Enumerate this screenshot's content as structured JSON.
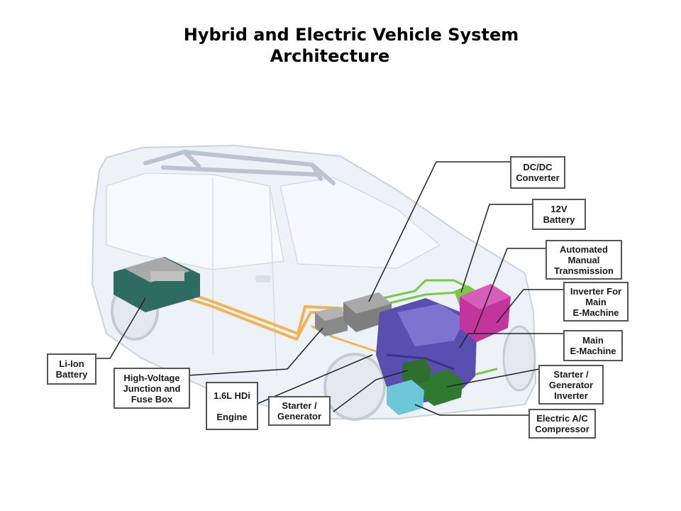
{
  "title": {
    "line1": "Hybrid and Electric Vehicle System",
    "line2": "Architecture"
  },
  "labels": {
    "dcdc": "DC/DC\nConverter",
    "battery12v": "12V\nBattery",
    "amt": "Automated\nManual\nTransmission",
    "inverter_main": "Inverter For\nMain\nE-Machine",
    "main_emachine": "Main\nE-Machine",
    "sg_inverter": "Starter /\nGenerator\nInverter",
    "ac_compressor": "Electric A/C\nCompressor",
    "starter_generator": "Starter /\nGenerator",
    "engine_model": "1.6L HDi",
    "engine": "Engine",
    "hv_junction": "High-Voltage\nJunction and\nFuse Box",
    "liion": "Li-Ion\nBattery"
  },
  "colors": {
    "body": "#eef3f8",
    "battery": "#2e6b62",
    "engine": "#5a4fb0",
    "inverter": "#c2359c",
    "green_unit": "#2f7a2f",
    "ac": "#6cc8d8",
    "orange_cable": "#f0b454",
    "green_cable": "#7ac943"
  }
}
